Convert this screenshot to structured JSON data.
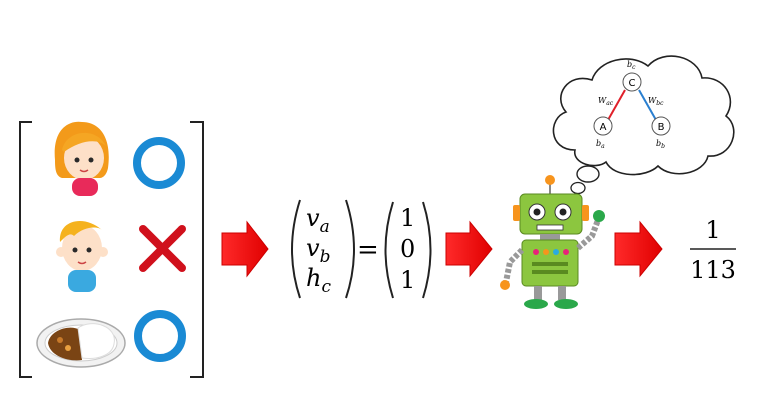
{
  "vector": {
    "lhs": [
      "v",
      "v",
      "h"
    ],
    "lhs_sub": [
      "a",
      "b",
      "c"
    ],
    "equals": "=",
    "rhs": [
      "1",
      "0",
      "1"
    ]
  },
  "result": {
    "numerator": "1",
    "denominator": "113"
  },
  "network": {
    "nodes": {
      "top": "C",
      "left": "A",
      "right": "B"
    },
    "biases": {
      "top": {
        "base": "b",
        "sub": "c"
      },
      "left": {
        "base": "b",
        "sub": "a"
      },
      "right": {
        "base": "b",
        "sub": "b"
      }
    },
    "weights": {
      "left": {
        "base": "W",
        "sub": "ac"
      },
      "right": {
        "base": "W",
        "sub": "bc"
      }
    },
    "edge_colors": {
      "left": "#e0202a",
      "right": "#2a7fd0"
    }
  },
  "marks": {
    "row1": "circle",
    "row2": "cross",
    "row3": "circle",
    "circle_color": "#1a8ad4",
    "cross_color": "#d0101c"
  },
  "arrow_color": "#ff0000"
}
